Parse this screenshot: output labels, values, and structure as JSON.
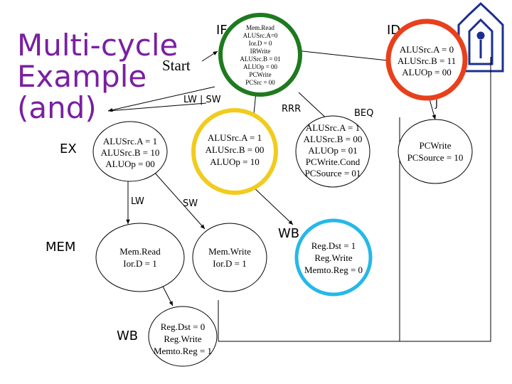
{
  "title_lines": [
    "Multi-cycle",
    "Example",
    "(and)"
  ],
  "start_label": "Start",
  "stage_labels": {
    "if": "IF",
    "id": "ID",
    "ex": "EX",
    "mem": "MEM",
    "wb_left": "WB",
    "wb_right": "WB"
  },
  "edge_labels": {
    "lw_sw": "LW | SW",
    "rrr": "RRR",
    "beq": "BEQ",
    "j": "J",
    "lw": "LW",
    "sw": "SW"
  },
  "states": {
    "fetch": [
      "Mem.Read",
      "ALUSrc.A=0",
      "Ior.D = 0",
      "IRWrite",
      "ALUSrc.B = 01",
      "ALUOp = 00",
      "PCWrite",
      "PCSrc = 00"
    ],
    "decode": [
      "ALUSrc.A = 0",
      "ALUSrc.B = 11",
      "ALUOp = 00"
    ],
    "mem_addr": [
      "ALUSrc.A = 1",
      "ALUSrc.B = 10",
      "ALUOp = 00"
    ],
    "r_exec": [
      "ALUSrc.A = 1",
      "ALUSrc.B = 00",
      "ALUOp = 10"
    ],
    "branch": [
      "ALUSrc.A = 1",
      "ALUSrc.B = 00",
      "ALUOp = 01",
      "PCWrite.Cond",
      "PCSource = 01"
    ],
    "jump": [
      "PCWrite",
      "PCSource = 10"
    ],
    "mem_read": [
      "Mem.Read",
      "Ior.D = 1"
    ],
    "mem_write": [
      "Mem.Write",
      "Ior.D = 1"
    ],
    "r_writeback": [
      "Reg.Dst = 1",
      "Reg.Write",
      "Memto.Reg = 0"
    ],
    "lw_writeback": [
      "Reg.Dst = 0",
      "Reg.Write",
      "Memto.Reg = 1"
    ]
  },
  "highlight_colors": {
    "fetch": "#1e7a1e",
    "decode": "#e8401c",
    "r_exec": "#f2cb1d",
    "r_writeback": "#25b8e8"
  },
  "logo": {
    "icon": "university-emblem-icon",
    "color": "#1b2f8f"
  }
}
